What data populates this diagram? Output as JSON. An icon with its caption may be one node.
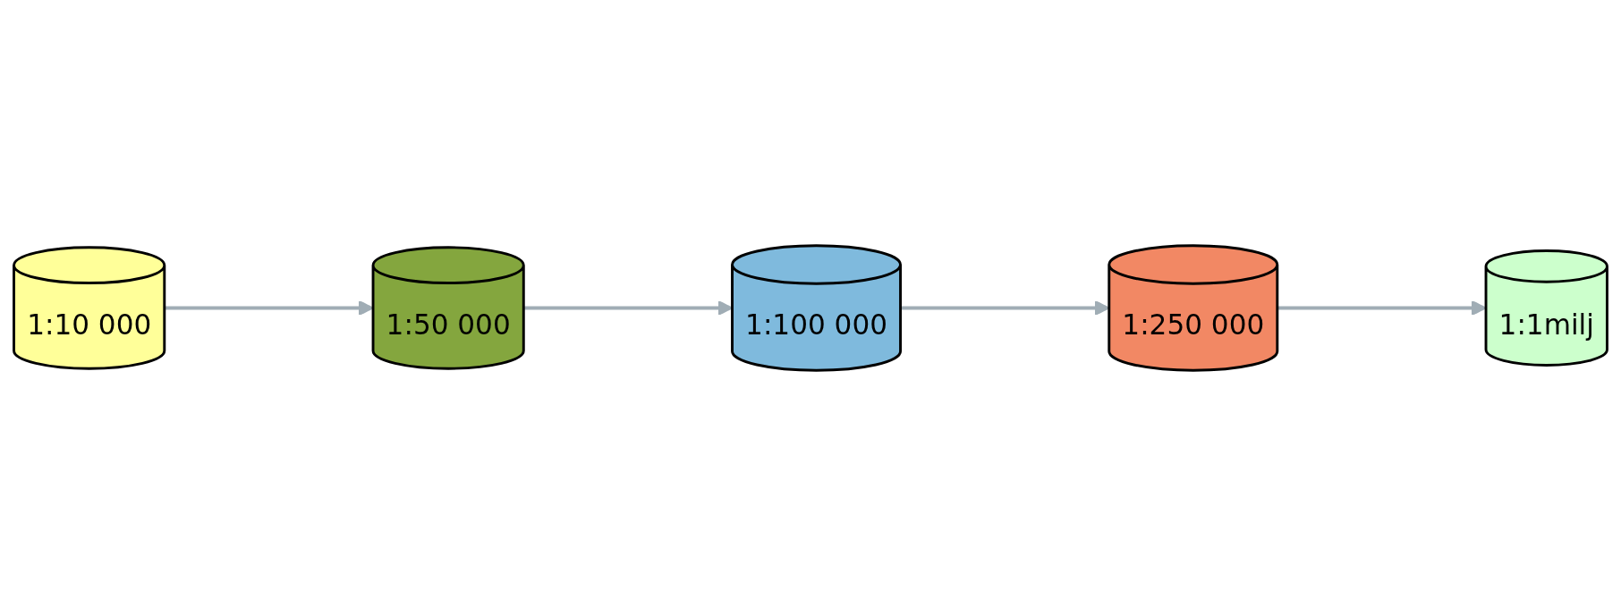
{
  "diagram": {
    "nodes": [
      {
        "text": [
          "1:10 000"
        ]
      },
      {
        "text": [
          "1:50 000"
        ]
      },
      {
        "text": [
          "1:100 000"
        ]
      },
      {
        "text": [
          "1:250 000"
        ]
      },
      {
        "text": [
          "1:1milj"
        ]
      }
    ],
    "edges": [
      {
        "from": 0,
        "to": 1,
        "arrow": "to"
      },
      {
        "from": 1,
        "to": 2,
        "arrow": "to"
      },
      {
        "from": 2,
        "to": 3,
        "arrow": "to"
      },
      {
        "from": 3,
        "to": 4,
        "arrow": "to"
      }
    ]
  }
}
